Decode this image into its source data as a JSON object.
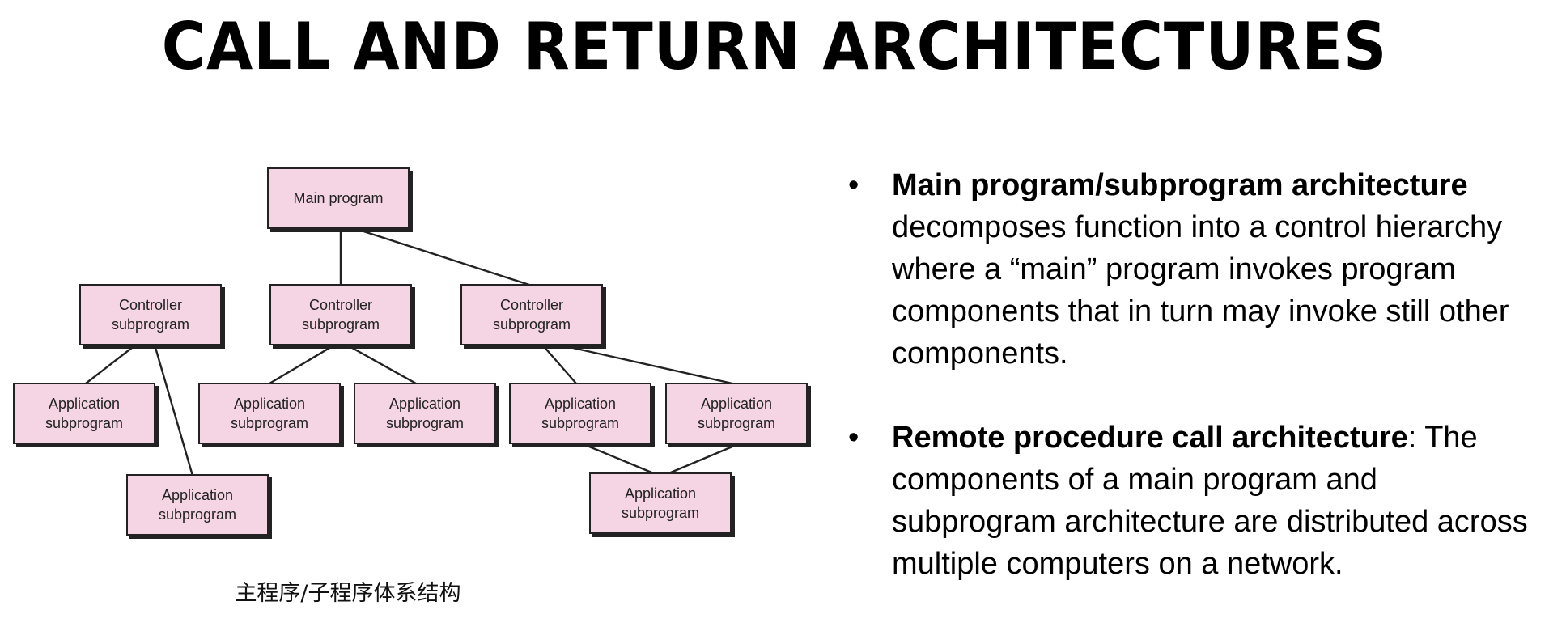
{
  "title": "CALL AND RETURN ARCHITECTURES",
  "diagram": {
    "nodes": {
      "main": "Main program",
      "ctrl_left": "Controller\nsubprogram",
      "ctrl_mid": "Controller\nsubprogram",
      "ctrl_right": "Controller\nsubprogram",
      "app_1": "Application\nsubprogram",
      "app_2": "Application\nsubprogram",
      "app_3": "Application\nsubprogram",
      "app_4": "Application\nsubprogram",
      "app_5": "Application\nsubprogram",
      "app_6": "Application\nsubprogram",
      "app_7": "Application\nsubprogram"
    },
    "caption": "主程序/子程序体系结构"
  },
  "colors": {
    "box_fill": "#f5d5e4",
    "box_border": "#222222",
    "line": "#222222"
  },
  "bullets": [
    {
      "lead": "Main program/subprogram architecture",
      "text": " decomposes function into a control hierarchy where a “main” program invokes program components that in turn may invoke still other components."
    },
    {
      "lead": "Remote procedure call architecture",
      "text": ": The components of a main program and subprogram architecture are distributed across multiple computers on a network."
    }
  ]
}
